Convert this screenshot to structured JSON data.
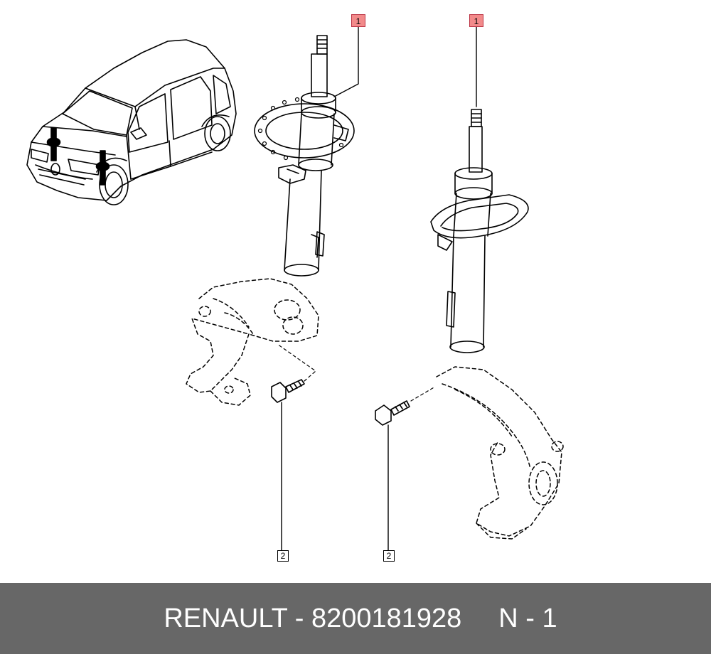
{
  "callouts": {
    "strut_left": "1",
    "strut_right": "1",
    "bolt_left": "2",
    "bolt_right": "2"
  },
  "footer": {
    "brand_part": "RENAULT - 8200181928",
    "quantity": "N - 1"
  },
  "colors": {
    "footer_bg": "#676767",
    "callout_highlight": "#f28a8a",
    "line": "#000000"
  }
}
